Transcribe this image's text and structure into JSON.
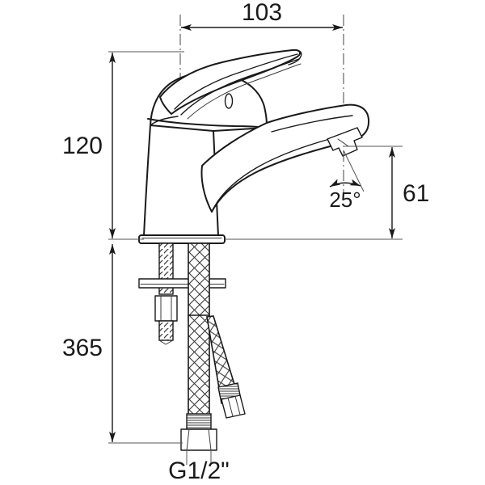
{
  "drawing": {
    "title": "Single-lever basin mixer tap dimensional drawing",
    "units": "mm",
    "background_color": "#ffffff",
    "line_color": "#1a1a1a",
    "extension_line_color": "#555555"
  },
  "dimensions": {
    "width_top": {
      "label": "103",
      "name": "spout-reach-width",
      "orientation": "horizontal",
      "value": 103,
      "unit": "mm"
    },
    "height_body": {
      "label": "120",
      "name": "body-height",
      "orientation": "vertical",
      "value": 120,
      "unit": "mm"
    },
    "height_spout": {
      "label": "61",
      "name": "spout-outlet-height",
      "orientation": "vertical",
      "value": 61,
      "unit": "mm"
    },
    "hose_length": {
      "label": "365",
      "name": "hose-length",
      "orientation": "vertical",
      "value": 365,
      "unit": "mm"
    },
    "angle": {
      "label": "25°",
      "name": "outlet-angle",
      "value": 25,
      "unit": "deg"
    }
  },
  "annotations": {
    "thread_spec": {
      "label": "G1/2\"",
      "name": "connection-thread-size"
    }
  },
  "parts": [
    {
      "name": "lever-handle",
      "label": "Lever handle"
    },
    {
      "name": "cartridge-housing",
      "label": "Cartridge housing"
    },
    {
      "name": "spout",
      "label": "Spout"
    },
    {
      "name": "aerator-outlet",
      "label": "Aerator outlet"
    },
    {
      "name": "body-column",
      "label": "Body column"
    },
    {
      "name": "base-plate",
      "label": "Base plate"
    },
    {
      "name": "threaded-stud",
      "label": "Threaded stud"
    },
    {
      "name": "mounting-washer",
      "label": "Mounting washer"
    },
    {
      "name": "mounting-nut",
      "label": "Mounting nut"
    },
    {
      "name": "braided-hose-rear",
      "label": "Braided flexible hose (rear)"
    },
    {
      "name": "braided-hose-front",
      "label": "Braided flexible hose (front)"
    },
    {
      "name": "hose-nut-lower",
      "label": "Hose union nut (lower)"
    },
    {
      "name": "hose-nut-angled",
      "label": "Hose union nut (angled)"
    }
  ]
}
